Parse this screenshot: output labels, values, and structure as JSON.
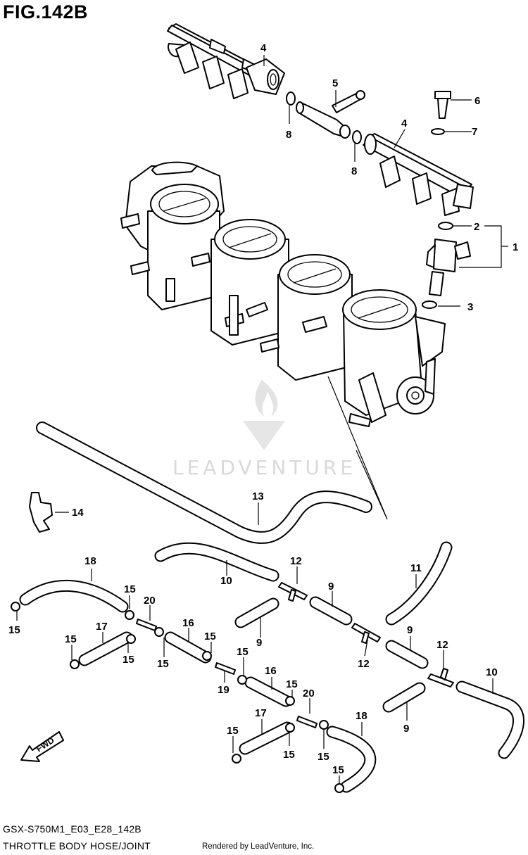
{
  "figure": {
    "title": "FIG.142B",
    "model_code": "GSX-S750M1_E03_E28_142B",
    "caption": "THROTTLE BODY HOSE/JOINT",
    "rendered_by": "Rendered by LeadVenture, Inc."
  },
  "watermark": {
    "text": "LEADVENTURE"
  },
  "fwd_label": "FWD",
  "callouts": {
    "c1": "1",
    "c2": "2",
    "c3": "3",
    "c4a": "4",
    "c4b": "4",
    "c5": "5",
    "c6": "6",
    "c7": "7",
    "c8a": "8",
    "c8b": "8",
    "c9a": "9",
    "c9b": "9",
    "c9c": "9",
    "c9d": "9",
    "c10a": "10",
    "c10b": "10",
    "c11": "11",
    "c12a": "12",
    "c12b": "12",
    "c12c": "12",
    "c13": "13",
    "c14": "14",
    "c15a": "15",
    "c15b": "15",
    "c15c": "15",
    "c15d": "15",
    "c15e": "15",
    "c15f": "15",
    "c15g": "15",
    "c15h": "15",
    "c15i": "15",
    "c15j": "15",
    "c15k": "15",
    "c15l": "15",
    "c16a": "16",
    "c16b": "16",
    "c17a": "17",
    "c17b": "17",
    "c18a": "18",
    "c18b": "18",
    "c19": "19",
    "c20a": "20",
    "c20b": "20"
  }
}
